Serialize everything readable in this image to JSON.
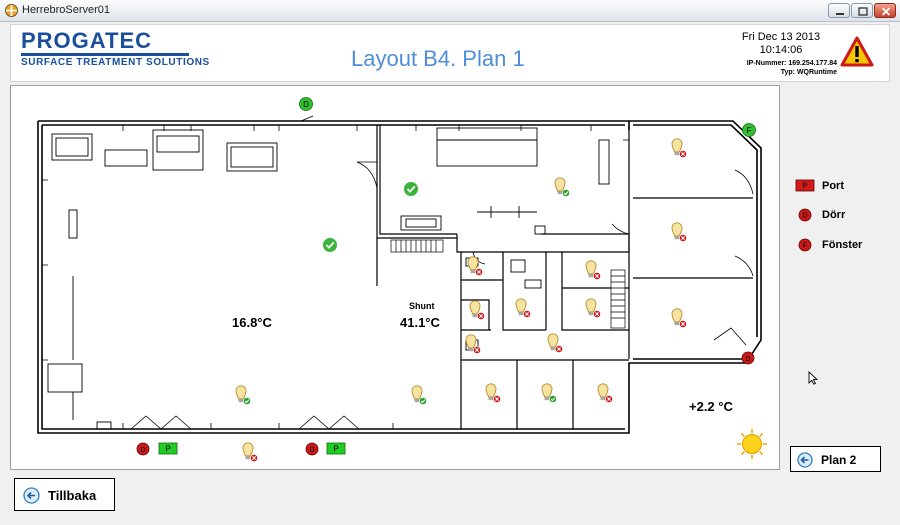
{
  "window": {
    "title": "HerrebroServer01"
  },
  "header": {
    "logo_main": "PROGATEC",
    "logo_sub": "SURFACE TREATMENT SOLUTIONS",
    "layout_title": "Layout B4. Plan 1",
    "date": "Fri Dec 13 2013",
    "time": "10:14:06",
    "ip": "IP-Nummer: 169.254.177.84",
    "typ": "Typ: WQRuntime"
  },
  "floor": {
    "temp_hall": "16.8°C",
    "temp_shunt": "41.1°C",
    "shunt_label": "Shunt",
    "temp_outdoor": "+2.2 °C",
    "door_letter": "D",
    "window_letter": "F",
    "port_letter": "P"
  },
  "legend": {
    "port": "Port",
    "door": "Dörr",
    "window": "Fönster"
  },
  "buttons": {
    "plan2": "Plan 2",
    "back": "Tillbaka"
  },
  "colors": {
    "logo_blue": "#1b4f9c",
    "title_blue": "#4e8ed8",
    "ok_green": "#2aa02a",
    "alarm_red": "#d01818",
    "port_red": "#d21c1c",
    "port_green": "#22cc22"
  },
  "icons": {
    "lamp": "lightbulb-icon",
    "ok": "check-icon",
    "fault": "x-icon",
    "warning": "warning-icon",
    "sun": "sun-icon",
    "nav": "back-arrow-icon"
  }
}
